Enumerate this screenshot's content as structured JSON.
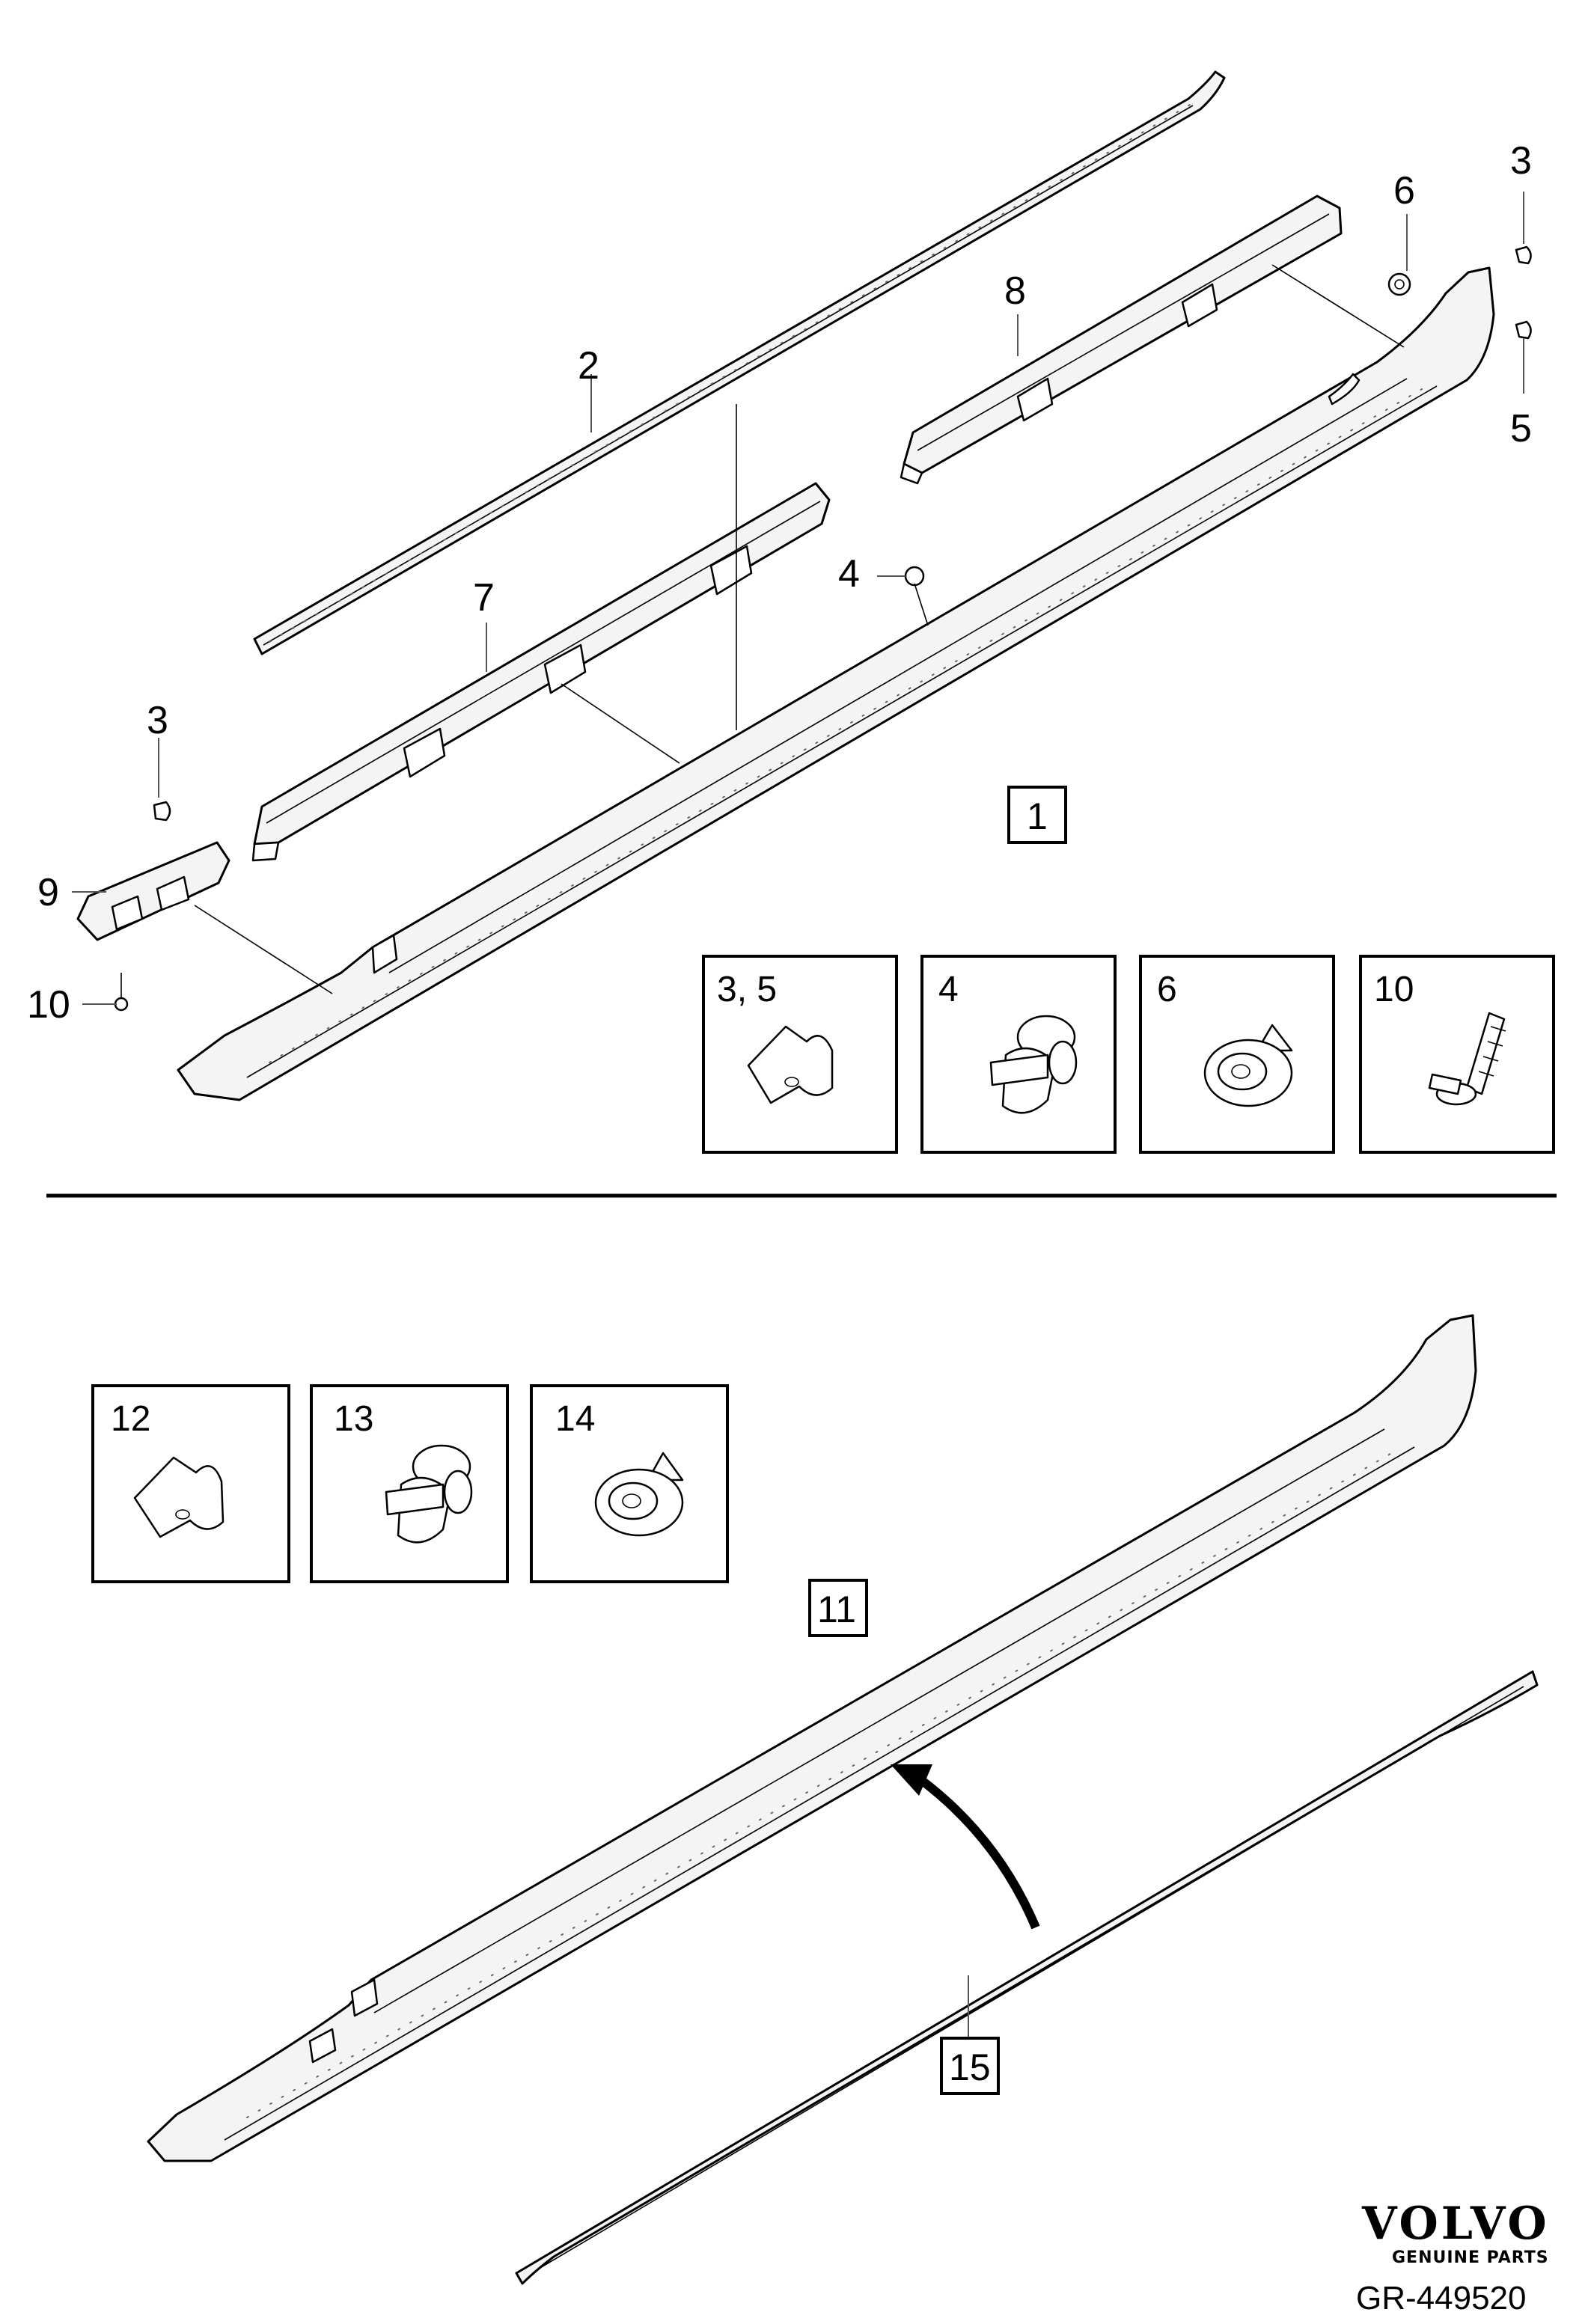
{
  "callouts": {
    "c1": "1",
    "c2": "2",
    "c3_top_right": "3",
    "c3_left": "3",
    "c4": "4",
    "c5": "5",
    "c6": "6",
    "c7": "7",
    "c8": "8",
    "c9": "9",
    "c10": "10",
    "c11": "11",
    "c15": "15"
  },
  "insets_top": [
    {
      "label": "3, 5",
      "icon": "clip-icon"
    },
    {
      "label": "4",
      "icon": "push-rivet-icon"
    },
    {
      "label": "6",
      "icon": "plug-icon"
    },
    {
      "label": "10",
      "icon": "screw-icon"
    }
  ],
  "insets_bottom": [
    {
      "label": "12",
      "icon": "clip-icon"
    },
    {
      "label": "13",
      "icon": "push-rivet-icon"
    },
    {
      "label": "14",
      "icon": "plug-icon"
    }
  ],
  "branding": {
    "logo_text": "VOLVO",
    "logo_subtext": "GENUINE PARTS",
    "reference": "GR-449520"
  }
}
